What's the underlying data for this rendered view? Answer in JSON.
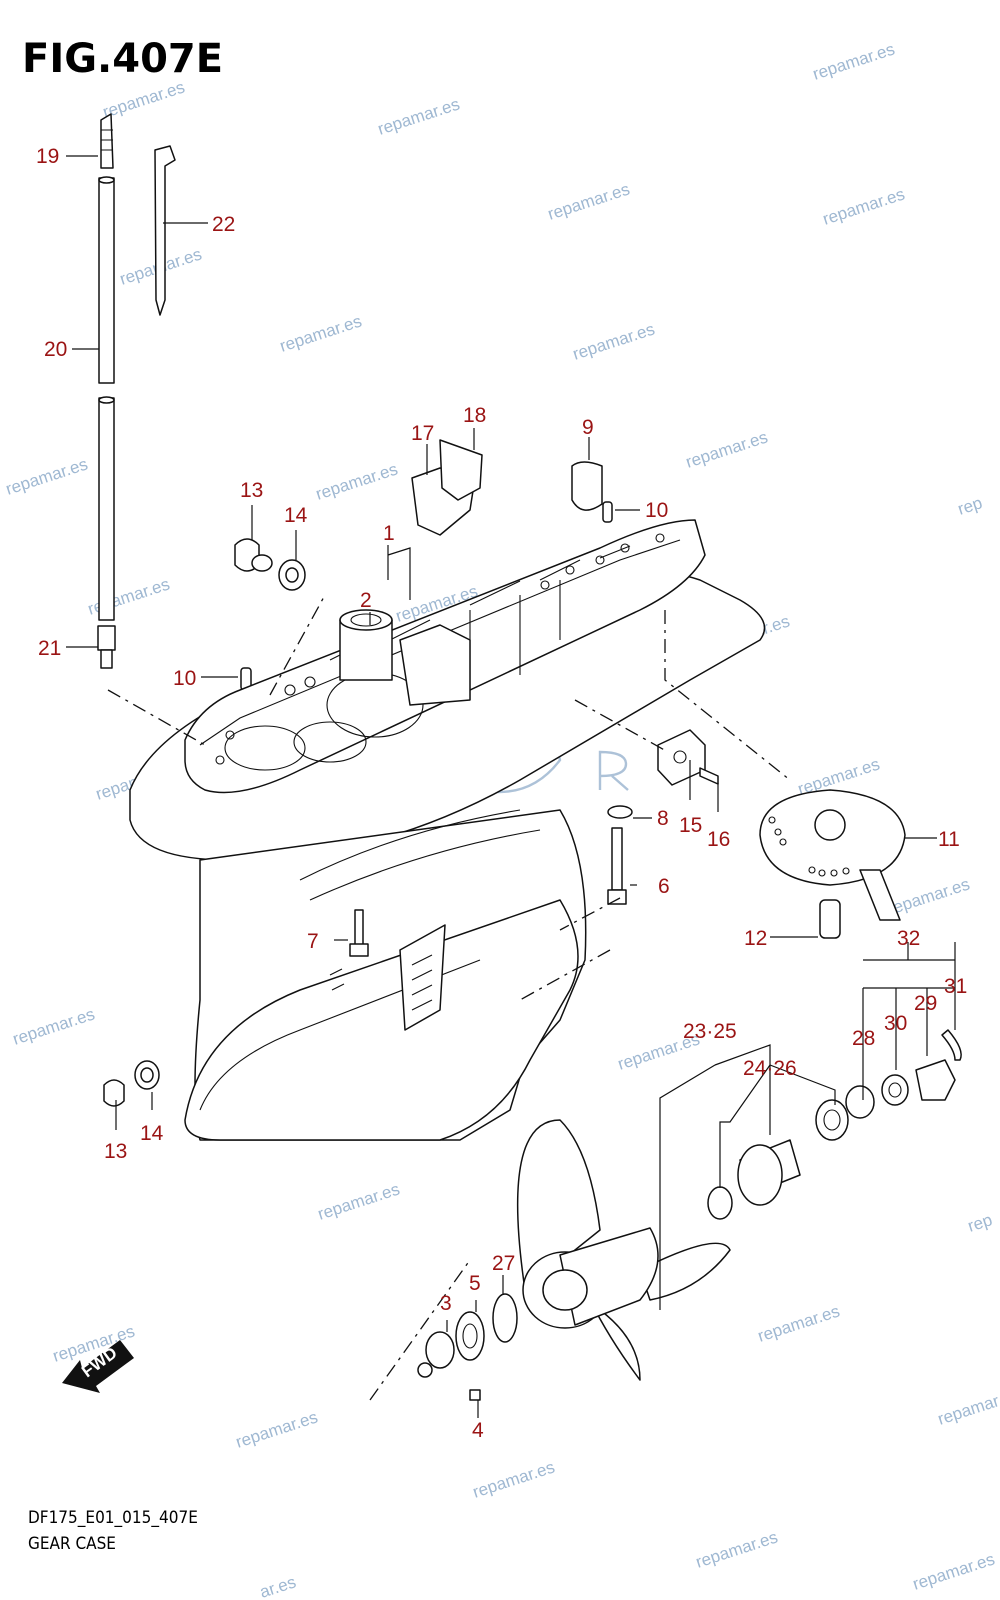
{
  "figure": {
    "title": "FIG.407E",
    "code": "DF175_E01_015_407E",
    "name": "GEAR CASE"
  },
  "watermark": "repamar.es",
  "logo_text": "REPAMAR",
  "fwd_label": "FWD",
  "callouts": [
    "19",
    "22",
    "20",
    "21",
    "13",
    "14",
    "10",
    "17",
    "18",
    "1",
    "2",
    "9",
    "10",
    "8",
    "15",
    "16",
    "11",
    "6",
    "7",
    "12",
    "32",
    "31",
    "29",
    "30",
    "28",
    "23·25",
    "24·26",
    "13",
    "14",
    "27",
    "5",
    "3",
    "4"
  ],
  "colors": {
    "callout": "#9a1414",
    "watermark": "#9fb8d2",
    "line": "#111111"
  }
}
